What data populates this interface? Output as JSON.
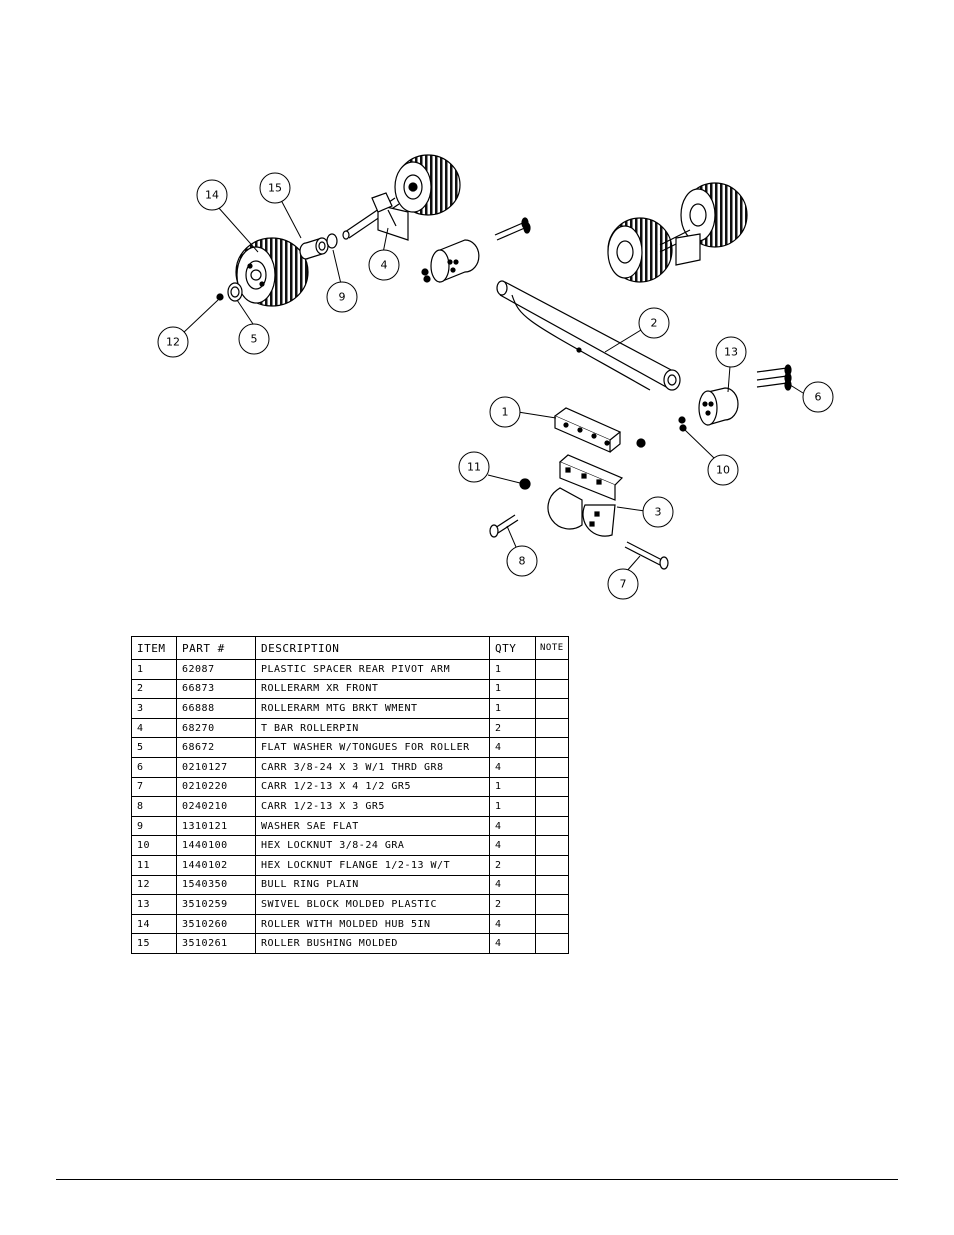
{
  "callouts": [
    "1",
    "2",
    "3",
    "4",
    "5",
    "6",
    "7",
    "8",
    "9",
    "10",
    "11",
    "12",
    "13",
    "14",
    "15"
  ],
  "table": {
    "headers": {
      "item": "ITEM",
      "part": "PART #",
      "description": "DESCRIPTION",
      "qty": "QTY",
      "note": "NOTE"
    },
    "rows": [
      {
        "item": "1",
        "part": "62087",
        "description": "PLASTIC SPACER REAR PIVOT ARM",
        "qty": "1",
        "note": ""
      },
      {
        "item": "2",
        "part": "66873",
        "description": "ROLLERARM XR FRONT",
        "qty": "1",
        "note": ""
      },
      {
        "item": "3",
        "part": "66888",
        "description": "ROLLERARM MTG BRKT WMENT",
        "qty": "1",
        "note": ""
      },
      {
        "item": "4",
        "part": "68270",
        "description": "T BAR ROLLERPIN",
        "qty": "2",
        "note": ""
      },
      {
        "item": "5",
        "part": "68672",
        "description": "FLAT WASHER W/TONGUES FOR ROLLER",
        "qty": "4",
        "note": ""
      },
      {
        "item": "6",
        "part": "0210127",
        "description": "CARR 3/8-24 X 3 W/1 THRD GR8",
        "qty": "4",
        "note": ""
      },
      {
        "item": "7",
        "part": "0210220",
        "description": "CARR 1/2-13 X 4 1/2 GR5",
        "qty": "1",
        "note": ""
      },
      {
        "item": "8",
        "part": "0240210",
        "description": "CARR 1/2-13 X 3 GR5",
        "qty": "1",
        "note": ""
      },
      {
        "item": "9",
        "part": "1310121",
        "description": "WASHER SAE FLAT",
        "qty": "4",
        "note": ""
      },
      {
        "item": "10",
        "part": "1440100",
        "description": "HEX LOCKNUT 3/8-24 GRA",
        "qty": "4",
        "note": ""
      },
      {
        "item": "11",
        "part": "1440102",
        "description": "HEX LOCKNUT FLANGE 1/2-13 W/T",
        "qty": "2",
        "note": ""
      },
      {
        "item": "12",
        "part": "1540350",
        "description": "BULL RING PLAIN",
        "qty": "4",
        "note": ""
      },
      {
        "item": "13",
        "part": "3510259",
        "description": "SWIVEL BLOCK MOLDED PLASTIC",
        "qty": "2",
        "note": ""
      },
      {
        "item": "14",
        "part": "3510260",
        "description": "ROLLER WITH MOLDED HUB  5IN",
        "qty": "4",
        "note": ""
      },
      {
        "item": "15",
        "part": "3510261",
        "description": "ROLLER BUSHING MOLDED",
        "qty": "4",
        "note": ""
      }
    ]
  }
}
